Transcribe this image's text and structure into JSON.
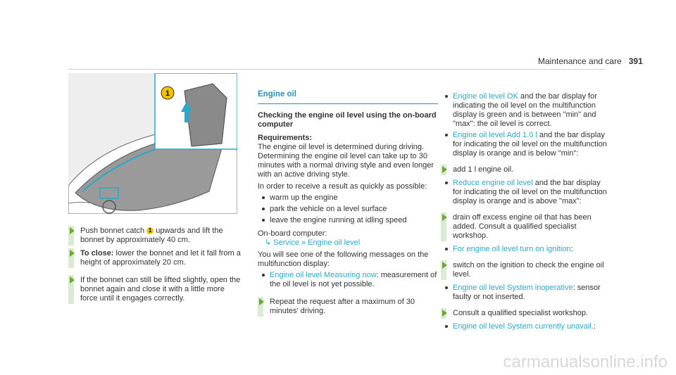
{
  "header": {
    "title": "Maintenance and care",
    "page_number": "391"
  },
  "figure": {
    "callout_number": "1"
  },
  "left_steps": {
    "s1_a": "Push bonnet catch ",
    "s1_num": "1",
    "s1_b": " upwards and lift the bonnet by approximately 40 cm.",
    "s2_bold": "To close:",
    "s2_text": " lower the bonnet and let it fall from a height of approximately 20 cm.",
    "s3": "If the bonnet can still be lifted slightly, open the bonnet again and close it with a little more force until it engages correctly."
  },
  "middle": {
    "section_title": "Engine oil",
    "subheading": "Checking the engine oil level using the on-board computer",
    "req_label": "Requirements:",
    "req_text": "The engine oil level is determined during driving. Determining the engine oil level can take up to 30 minutes with a normal driving style and even longer with an active driving style.",
    "order_text": "In order to receive a result as quickly as possible:",
    "bullets": [
      "warm up the engine",
      "park the vehicle on a level surface",
      "leave the engine running at idling speed"
    ],
    "onboard_label": "On-board computer:",
    "menu_service": "Service",
    "menu_engine": "Engine oil level",
    "messages_intro": "You will see one of the following messages on the multifunction display:",
    "msg1_link": "Engine oil level Measuring now",
    "msg1_text": ": measurement of the oil level is not yet possible.",
    "repeat_step": "Repeat the request after a maximum of 30 minutes' driving."
  },
  "right": {
    "b1_link": "Engine oil level OK",
    "b1_text": " and the bar display for indicating the oil level on the multifunction display is green and is between \"min\" and \"max\": the oil level is correct.",
    "b2_link": "Engine oil level Add 1.0 l",
    "b2_text": " and the bar display for indicating the oil level on the multifunction display is orange and is below \"min\":",
    "step_add": "add 1 l engine oil.",
    "b3_link": "Reduce engine oil level",
    "b3_text": " and the bar display for indicating the oil level on the multifunction display is orange and is above \"max\":",
    "step_drain": "drain off excess engine oil that has been added. Consult a qualified specialist workshop.",
    "b4_link": "For engine oil level turn on ignition",
    "b4_text": ":",
    "step_ignition": "switch on the ignition to check the engine oil level.",
    "b5_link": "Engine oil level System inoperative",
    "b5_text": ": sensor faulty or not inserted.",
    "step_consult": "Consult a qualified specialist workshop.",
    "b6_link": "Engine oil level System currently unavail.",
    "b6_text": ":"
  },
  "watermark": "carmanualsonline.info"
}
